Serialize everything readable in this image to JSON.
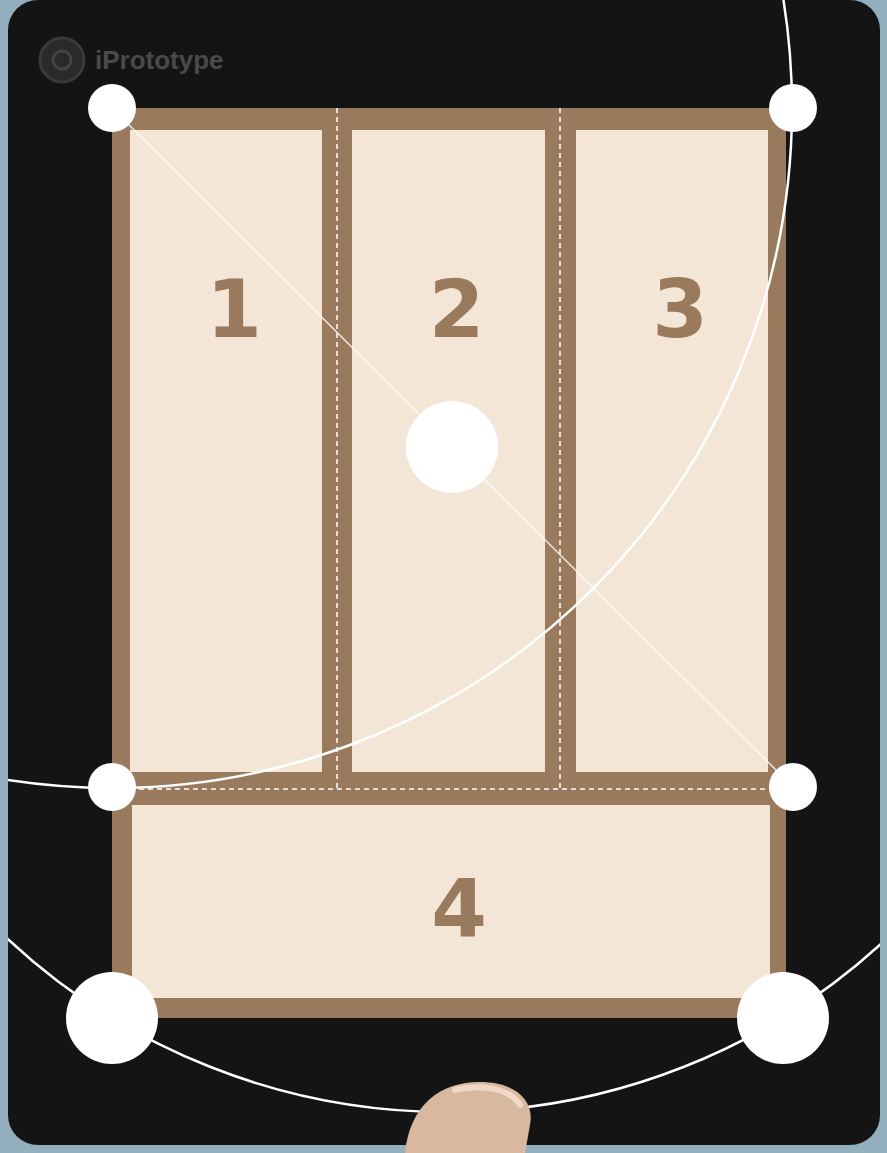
{
  "diagram": {
    "nodes": [
      {
        "text": [
          "1"
        ]
      },
      {
        "text": [
          "2"
        ]
      },
      {
        "text": [
          "3"
        ]
      },
      {
        "text": [
          "4"
        ]
      }
    ],
    "labels": [
      "iPrototype"
    ]
  }
}
